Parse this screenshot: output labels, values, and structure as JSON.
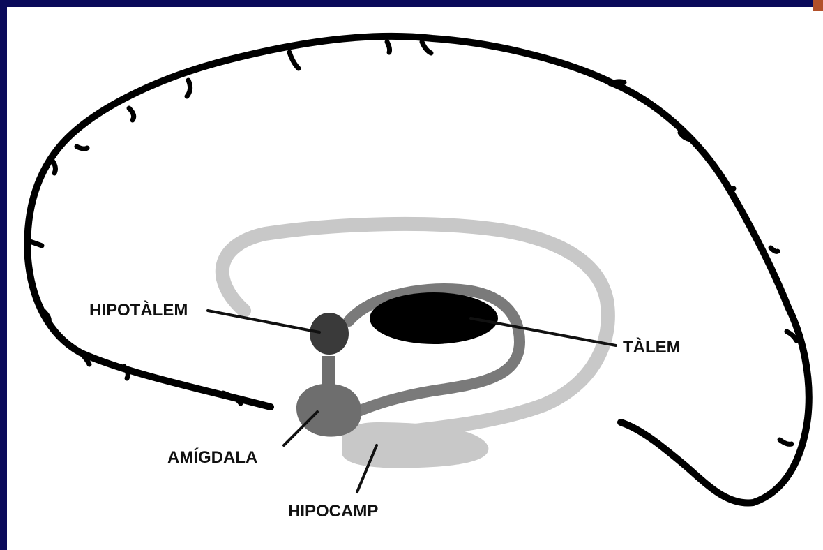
{
  "labels": {
    "hypothalamus": "HIPOTÀLEM",
    "thalamus": "TÀLEM",
    "amygdala": "AMÍGDALA",
    "hippocampus": "HIPOCAMP"
  },
  "colors": {
    "frame": "#0a0a5a",
    "background": "#ffffff",
    "brain_outline": "#000000",
    "outer_arc": "#c8c8c8",
    "inner_arc": "#7a7a7a",
    "thalamus": "#000000",
    "hypothalamus": "#3a3a3a",
    "amygdala": "#6e6e6e",
    "hippocampus": "#c8c8c8",
    "accent": "#b2502a"
  }
}
